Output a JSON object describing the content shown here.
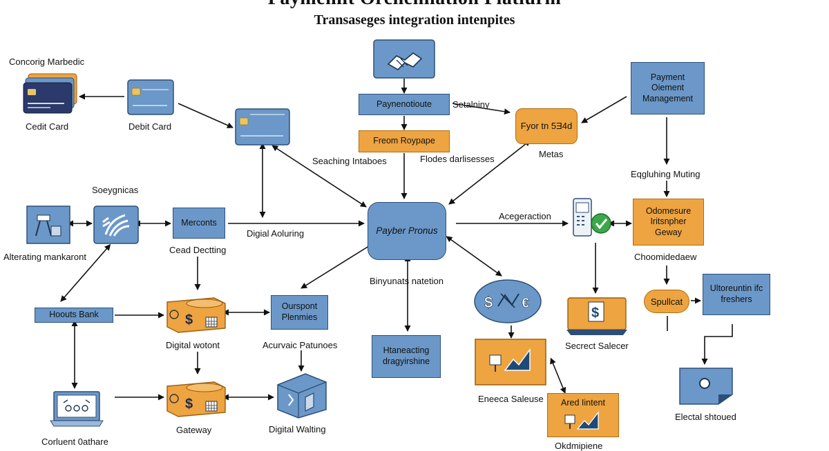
{
  "title": "Paymeniit Orcheniiation Platiurm",
  "subtitle": "Transaseges integration intenpites",
  "labels": {
    "concorig": "Concorig Marbedic",
    "credit_card": "Cedit Card",
    "debit_card": "Debit Card",
    "searching": "Seaching Intaboes",
    "flodes": "Flodes darlisesses",
    "metas": "Metas",
    "setalniny": "Setalniny",
    "soeygnicas": "Soeygnicas",
    "alternating": "Alterating mankaront",
    "cead": "Cead Dectting",
    "digital_aoluring": "Digial Aoluring",
    "acegeraction": "Acegeraction",
    "eqgluhing": "Eqgluhing Muting",
    "choomidedaew": "Choomidedaew",
    "binyunats": "Binyunats natetion",
    "digital_wotont": "Digital wotont",
    "acurvaic": "Acurvaic Patunoes",
    "secrect": "Secrect Salecer",
    "gateway": "Gateway",
    "digital_walting": "Digital Walting",
    "eneeca": "Eneeca Saleuse",
    "corluent": "Corluent 0athare",
    "okdmipiene": "Okdmipiene",
    "electal": "Electal shtoued"
  },
  "boxes": {
    "payment_route": "Paynenotioute",
    "frem_roypape": "Freom Roypape",
    "payment_mgmt": "Payment Oiement Management",
    "fyor": "Fyor tn 5Ǝ4d",
    "merconts": "Merconts",
    "hoouts_bank": "Hoouts Bank",
    "payment_prorus": "Payber Pronus",
    "oudmesure": "Odomesure Iritsnpher Geway",
    "ourspont": "Ourspont Plenmies",
    "htanacating": "Htaneacting dragyirshine",
    "spullcat": "Spullcat",
    "ultoreuntin": "Ultoreuntin ifc freshers",
    "ared_intent": "Ared Iintent"
  },
  "icons": {
    "handshake": "handshake-icon",
    "credit_cards": "credit-cards-icon",
    "chip_card": "chip-card-icon",
    "pos_terminal": "pos-terminal-icon",
    "barrier": "barrier-icon",
    "laptop": "laptop-icon",
    "currency_exchange": "currency-exchange-icon",
    "dollar_receipt": "dollar-receipt-icon",
    "digital_wallet": "digital-wallet-icon",
    "phone_check": "phone-check-icon",
    "chart": "chart-icon",
    "tag": "tag-icon"
  },
  "colors": {
    "blue": "#6b98c8",
    "blue_dark": "#2c4f78",
    "orange": "#eda441",
    "orange_dark": "#b06d12",
    "green": "#3aa84a"
  }
}
